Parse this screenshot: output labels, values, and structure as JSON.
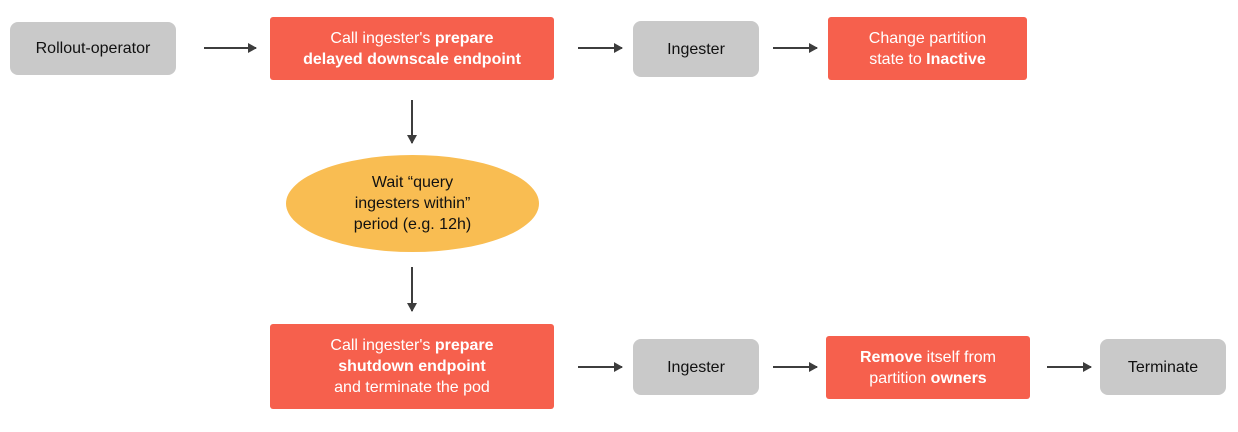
{
  "diagram": {
    "type": "flowchart",
    "colors": {
      "gray_node": "#c9c9c9",
      "red_node": "#f6604d",
      "orange_node": "#f9bd52",
      "arrow": "#3d3d3d",
      "text_on_red": "#ffffff",
      "text_on_gray": "#111111"
    },
    "nodes": {
      "rollout_operator": {
        "label": "Rollout-operator"
      },
      "prepare_downscale": {
        "l1a": "Call ingester's ",
        "l1b": "prepare",
        "l2b": "delayed downscale endpoint"
      },
      "ingester_top": {
        "label": "Ingester"
      },
      "change_partition": {
        "l1": "Change partition",
        "l2a": "state to ",
        "l2b": "Inactive"
      },
      "wait_period": {
        "l1": "Wait “query",
        "l2": "ingesters within”",
        "l3": "period (e.g. 12h)"
      },
      "prepare_shutdown": {
        "l1a": "Call ingester's ",
        "l1b": "prepare",
        "l2b": "shutdown endpoint",
        "l3": "and terminate the pod"
      },
      "ingester_bottom": {
        "label": "Ingester"
      },
      "remove_owners": {
        "l1b": "Remove",
        "l1a": " itself from",
        "l2a": "partition ",
        "l2b": "owners"
      },
      "terminate": {
        "label": "Terminate"
      }
    }
  }
}
